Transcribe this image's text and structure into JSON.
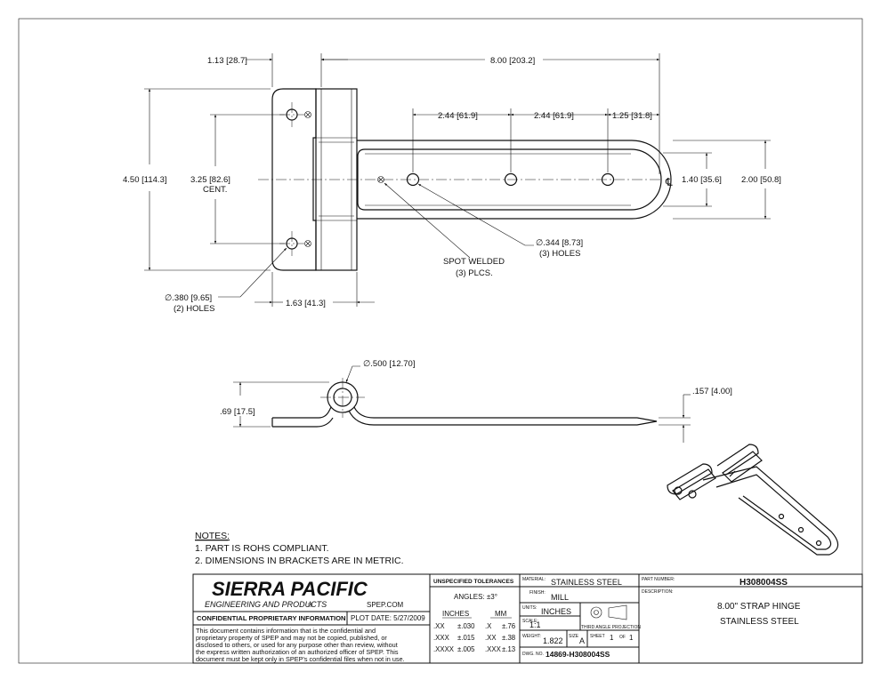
{
  "dimensions": {
    "d_1_13": "1.13",
    "d_1_13_mm": "28.7",
    "d_8_00": "8.00",
    "d_8_00_mm": "203.2",
    "d_2_44a": "2.44",
    "d_2_44a_mm": "61.9",
    "d_2_44b": "2.44",
    "d_2_44b_mm": "61.9",
    "d_1_25": "1.25",
    "d_1_25_mm": "31.8",
    "d_4_50": "4.50",
    "d_4_50_mm": "114.3",
    "d_3_25": "3.25",
    "d_3_25_mm": "82.6",
    "cent": "CENT.",
    "d_1_40": "1.40",
    "d_1_40_mm": "35.6",
    "d_2_00": "2.00",
    "d_2_00_mm": "50.8",
    "cl": "℄",
    "hole_344": "∅.344",
    "hole_344_mm": "8.73",
    "holes3": "(3) HOLES",
    "spot_welded": "SPOT WELDED",
    "plcs": "(3) PLCS.",
    "hole_380": "∅.380",
    "hole_380_mm": "9.65",
    "holes2": "(2) HOLES",
    "d_1_63": "1.63",
    "d_1_63_mm": "41.3",
    "d_500": "∅.500",
    "d_500_mm": "12.70",
    "d_69": ".69",
    "d_69_mm": "17.5",
    "d_157": ".157",
    "d_157_mm": "4.00"
  },
  "notes": {
    "heading": "NOTES:",
    "items": [
      "1.   PART IS ROHS COMPLIANT.",
      "2.   DIMENSIONS IN BRACKETS ARE IN METRIC."
    ]
  },
  "title_block": {
    "company": "SIERRA PACIFIC",
    "company_sub": "ENGINEERING AND PRODUCTS",
    "registered": "®",
    "website": "SPEP.COM",
    "confidential_label": "CONFIDENTIAL PROPRIETARY INFORMATION",
    "plot_date": "PLOT DATE: 5/27/2009",
    "confidential_text": [
      "This document contains information that is the confidential and",
      "proprietary property of SPEP and may not be copied, published, or",
      "disclosed to others, or used for any purpose  other than review, without",
      "the express written authorization of an authorized officer of SPEP. This",
      "document must be kept only in SPEP's confidential files when not in use."
    ],
    "tolerances_title": "UNSPECIFIED TOLERANCES",
    "angles": "ANGLES: ±3°",
    "inches_hdr": "INCHES",
    "mm_hdr": "MM",
    "tol_rows": [
      [
        ".XX",
        "±.030",
        ".X",
        "±.76"
      ],
      [
        ".XXX",
        "±.015",
        ".XX",
        "±.38"
      ],
      [
        ".XXXX",
        "±.005",
        ".XXX",
        "±.13"
      ]
    ],
    "material_label": "MATERIAL:",
    "material": "STAINLESS STEEL",
    "finish_label": "FINISH:",
    "finish": "MILL",
    "units_label": "UNITS:",
    "units": "INCHES",
    "scale_label": "SCALE:",
    "scale": "1:1",
    "projection": "THIRD ANGLE PROJECTION",
    "weight_label": "WEIGHT:",
    "weight": "1.822",
    "size_label": "SIZE",
    "size": "A",
    "sheet_label": "SHEET",
    "sheet": "1",
    "of_label": "OF",
    "of": "1",
    "dwg_label": "DWG. NO.",
    "dwg": "14869-H308004SS",
    "part_label": "PART NUMBER:",
    "part": "H308004SS",
    "desc_label": "DESCRIPTION:",
    "desc1": "8.00\" STRAP HINGE",
    "desc2": "STAINLESS STEEL"
  }
}
